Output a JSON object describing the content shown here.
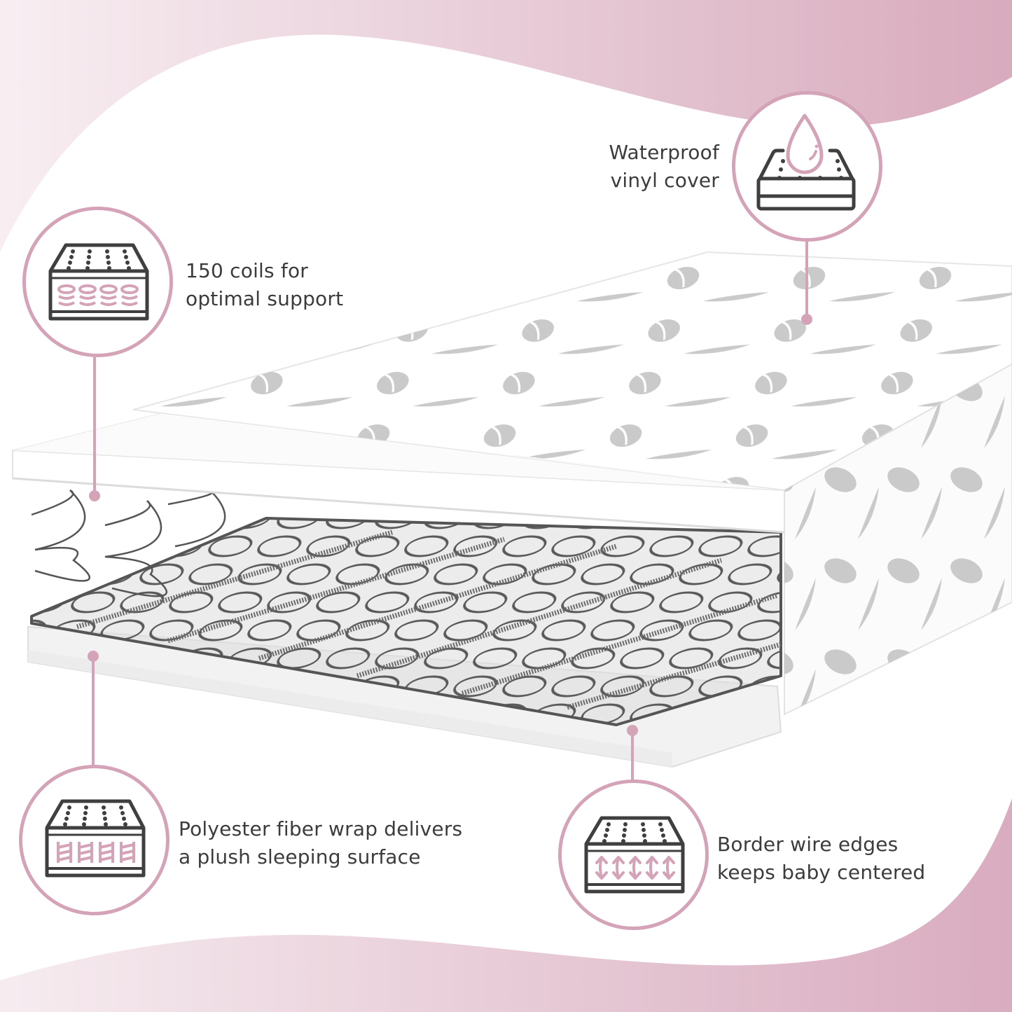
{
  "colors": {
    "accent": "#d5a3b8",
    "text": "#3c3c3c",
    "icon_stroke": "#3f3f3f",
    "wave_light": "#f5eaef",
    "wave_dark": "#d8abbd",
    "cover_pattern": "#b9b9b9",
    "coil": "#555555"
  },
  "features": [
    {
      "id": "waterproof",
      "icon": "mattress-water-drop-icon",
      "line1": "Waterproof",
      "line2": "vinyl cover"
    },
    {
      "id": "coils",
      "icon": "mattress-coils-icon",
      "line1": "150 coils for",
      "line2": "optimal support"
    },
    {
      "id": "fiber",
      "icon": "mattress-fiber-layers-icon",
      "line1": "Polyester fiber wrap delivers",
      "line2": "a plush sleeping surface"
    },
    {
      "id": "border",
      "icon": "mattress-arrows-icon",
      "line1": "Border wire edges",
      "line2": "keeps baby centered"
    }
  ]
}
